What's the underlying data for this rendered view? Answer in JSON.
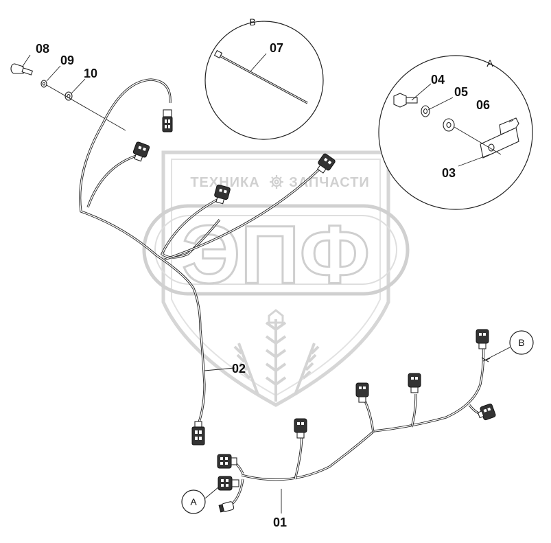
{
  "watermark": {
    "brand_left": "ТЕХНИКА",
    "brand_right": "ЗАПЧАСТИ",
    "logo_letters": "ЭПФ",
    "emblem": "gear-icon",
    "colors": {
      "watermark": "#cfcfcf"
    }
  },
  "detail_views": {
    "a": {
      "letter": "A"
    },
    "b": {
      "letter": "B"
    }
  },
  "callouts": {
    "c01": "01",
    "c02": "02",
    "c03": "03",
    "c04": "04",
    "c05": "05",
    "c06": "06",
    "c07": "07",
    "c08": "08",
    "c09": "09",
    "c10": "10",
    "ref_a": "A",
    "ref_b": "B"
  }
}
